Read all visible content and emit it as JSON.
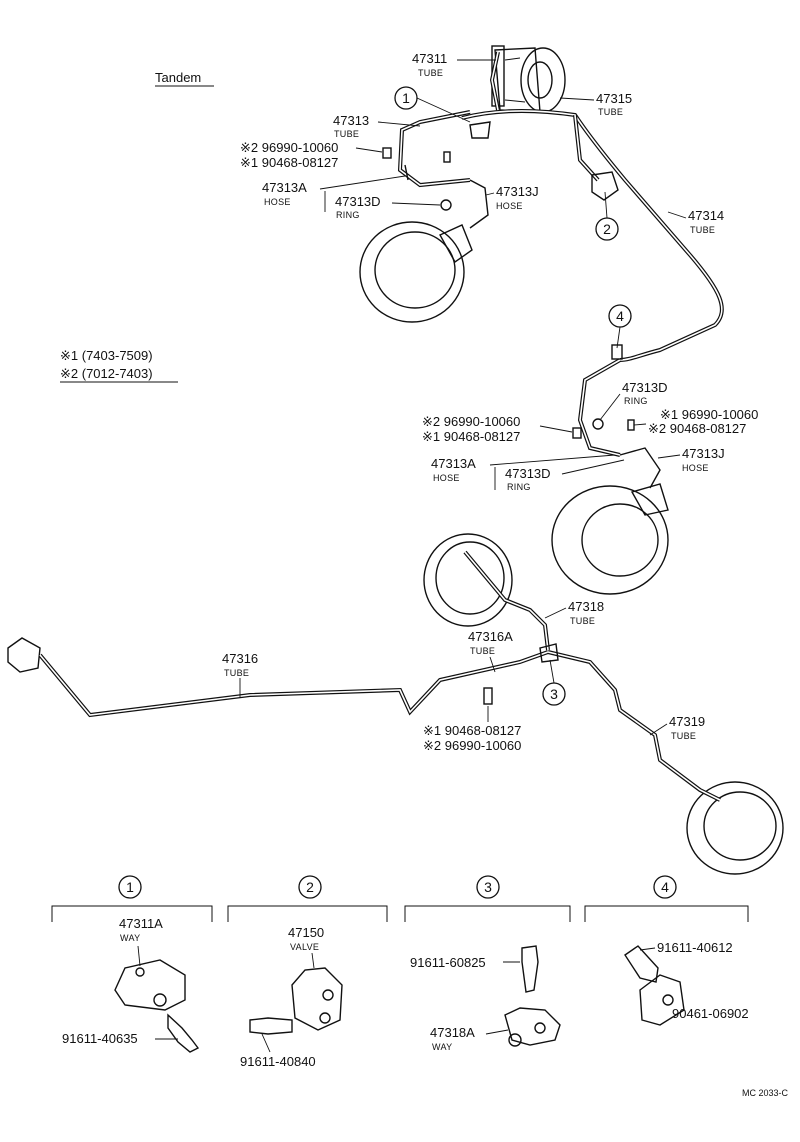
{
  "header": {
    "title": "Tandem"
  },
  "legend": {
    "note1": "※1 (7403-7509)",
    "note2": "※2 (7012-7403)"
  },
  "markers": [
    "1",
    "2",
    "3",
    "4"
  ],
  "parts": {
    "p47311": {
      "num": "47311",
      "desc": "TUBE"
    },
    "p47315": {
      "num": "47315",
      "desc": "TUBE"
    },
    "p47313": {
      "num": "47313",
      "desc": "TUBE"
    },
    "p47314": {
      "num": "47314",
      "desc": "TUBE"
    },
    "p47316": {
      "num": "47316",
      "desc": "TUBE"
    },
    "p47316A": {
      "num": "47316A",
      "desc": "TUBE"
    },
    "p47318": {
      "num": "47318",
      "desc": "TUBE"
    },
    "p47319": {
      "num": "47319",
      "desc": "TUBE"
    },
    "upper": {
      "bolt2": "※2 96990-10060",
      "bolt1": "※1 90468-08127",
      "hoseA": {
        "num": "47313A",
        "desc": "HOSE"
      },
      "ringD": {
        "num": "47313D",
        "desc": "RING"
      },
      "hoseJ": {
        "num": "47313J",
        "desc": "HOSE"
      }
    },
    "middle": {
      "ringD": {
        "num": "47313D",
        "desc": "RING"
      },
      "bolt2": "※2 96990-10060",
      "bolt1": "※1 90468-08127",
      "rbolt1": "※1 96990-10060",
      "rbolt2": "※2 90468-08127",
      "hoseA": {
        "num": "47313A",
        "desc": "HOSE"
      },
      "ringD2": {
        "num": "47313D",
        "desc": "RING"
      },
      "hoseJ": {
        "num": "47313J",
        "desc": "HOSE"
      }
    },
    "lower": {
      "bolt1": "※1 90468-08127",
      "bolt2": "※2 96990-10060"
    }
  },
  "details": {
    "d1": {
      "marker": "1",
      "part": "47311A",
      "desc": "WAY",
      "bolt": "91611-40635"
    },
    "d2": {
      "marker": "2",
      "part": "47150",
      "desc": "VALVE",
      "bolt": "91611-40840"
    },
    "d3": {
      "marker": "3",
      "bolt": "91611-60825",
      "part": "47318A",
      "desc": "WAY"
    },
    "d4": {
      "marker": "4",
      "bolt": "91611-40612",
      "clamp": "90461-06902"
    }
  },
  "footer": {
    "code": "MC 2033-C"
  }
}
